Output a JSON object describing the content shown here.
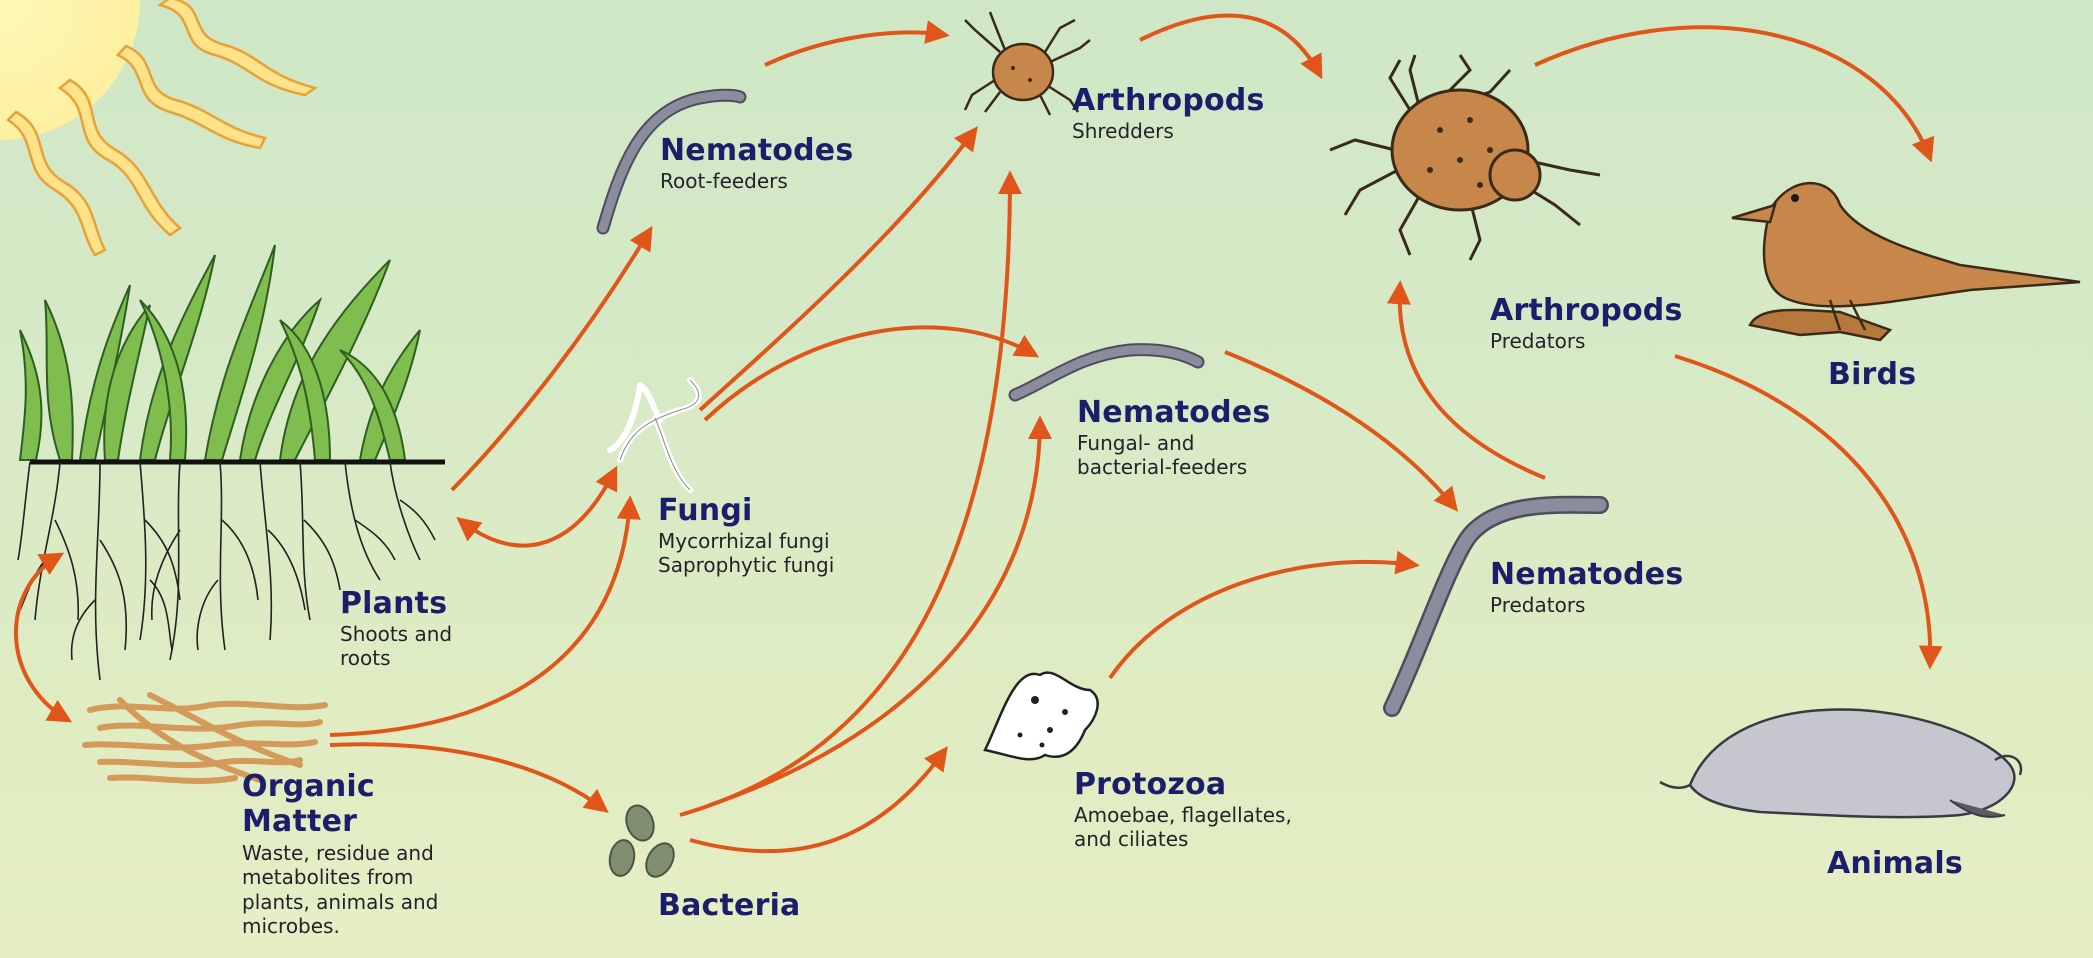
{
  "colors": {
    "arrow": "#e0561a",
    "label": "#1b1f6b",
    "worm": "#7a7c8e",
    "arthropod": "#c7874a"
  },
  "nodes": {
    "plants": {
      "title": "Plants",
      "sub": [
        "Shoots and",
        "roots"
      ]
    },
    "organic_matter": {
      "title": [
        "Organic",
        "Matter"
      ],
      "sub": [
        "Waste, residue and",
        "metabolites from",
        "plants, animals and",
        "microbes."
      ]
    },
    "bacteria": {
      "title": "Bacteria"
    },
    "fungi": {
      "title": "Fungi",
      "sub": [
        "Mycorrhizal fungi",
        "Saprophytic fungi"
      ]
    },
    "nematodes_root": {
      "title": "Nematodes",
      "sub": "Root-feeders"
    },
    "arthropods_shredders": {
      "title": "Arthropods",
      "sub": "Shredders"
    },
    "nematodes_fungal": {
      "title": "Nematodes",
      "sub": [
        "Fungal- and",
        "bacterial-feeders"
      ]
    },
    "protozoa": {
      "title": "Protozoa",
      "sub": [
        "Amoebae, flagellates,",
        "and ciliates"
      ]
    },
    "arthropods_predators": {
      "title": "Arthropods",
      "sub": "Predators"
    },
    "nematodes_predators": {
      "title": "Nematodes",
      "sub": "Predators"
    },
    "birds": {
      "title": "Birds"
    },
    "animals": {
      "title": "Animals"
    }
  },
  "edges": [
    {
      "from": "plants",
      "to": "nematodes_root"
    },
    {
      "from": "plants",
      "to": "fungi",
      "bidirectional": true
    },
    {
      "from": "plants",
      "to": "organic_matter",
      "bidirectional": true
    },
    {
      "from": "organic_matter",
      "to": "fungi"
    },
    {
      "from": "organic_matter",
      "to": "bacteria"
    },
    {
      "from": "fungi",
      "to": "arthropods_shredders"
    },
    {
      "from": "fungi",
      "to": "nematodes_fungal"
    },
    {
      "from": "bacteria",
      "to": "arthropods_shredders"
    },
    {
      "from": "bacteria",
      "to": "nematodes_fungal"
    },
    {
      "from": "bacteria",
      "to": "protozoa"
    },
    {
      "from": "nematodes_root",
      "to": "arthropods_shredders"
    },
    {
      "from": "arthropods_shredders",
      "to": "arthropods_predators"
    },
    {
      "from": "nematodes_fungal",
      "to": "nematodes_predators"
    },
    {
      "from": "protozoa",
      "to": "nematodes_predators"
    },
    {
      "from": "nematodes_predators",
      "to": "arthropods_predators"
    },
    {
      "from": "arthropods_predators",
      "to": "birds"
    },
    {
      "from": "arthropods_predators",
      "to": "animals"
    }
  ]
}
